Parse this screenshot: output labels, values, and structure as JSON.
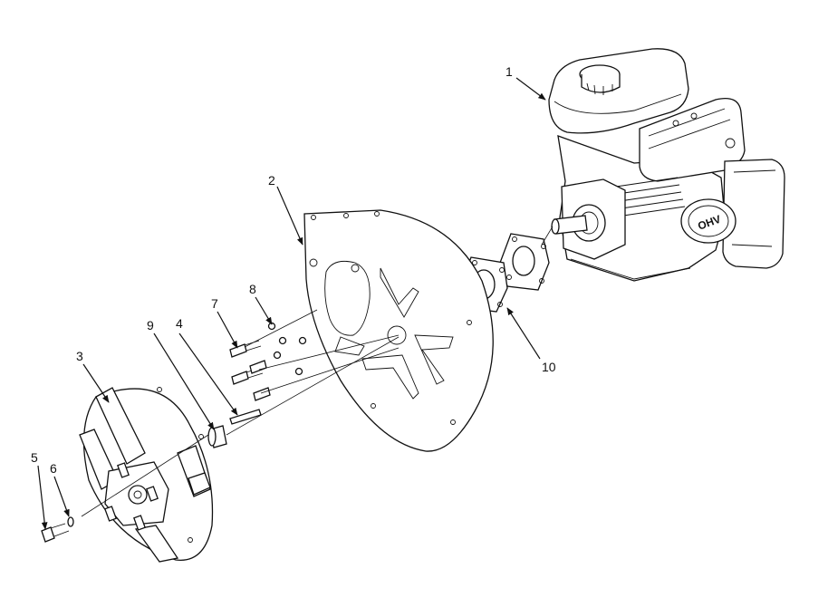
{
  "diagram": {
    "callouts": [
      {
        "id": "1",
        "label": "1"
      },
      {
        "id": "2",
        "label": "2"
      },
      {
        "id": "3",
        "label": "3"
      },
      {
        "id": "4",
        "label": "4"
      },
      {
        "id": "5",
        "label": "5"
      },
      {
        "id": "6",
        "label": "6"
      },
      {
        "id": "7",
        "label": "7"
      },
      {
        "id": "8",
        "label": "8"
      },
      {
        "id": "9",
        "label": "9"
      },
      {
        "id": "10",
        "label": "10"
      }
    ],
    "engine_marking": "OHV"
  }
}
